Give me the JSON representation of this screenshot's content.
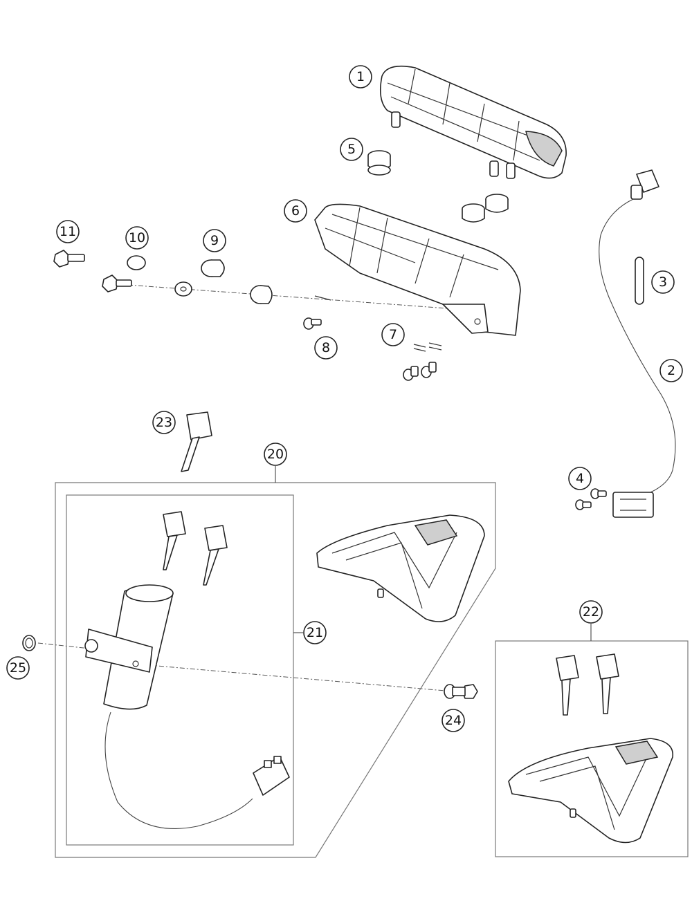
{
  "callouts": [
    {
      "id": "c1",
      "label": "1"
    },
    {
      "id": "c2",
      "label": "2"
    },
    {
      "id": "c3",
      "label": "3"
    },
    {
      "id": "c4",
      "label": "4"
    },
    {
      "id": "c5",
      "label": "5"
    },
    {
      "id": "c6",
      "label": "6"
    },
    {
      "id": "c7",
      "label": "7"
    },
    {
      "id": "c8",
      "label": "8"
    },
    {
      "id": "c9",
      "label": "9"
    },
    {
      "id": "c10",
      "label": "10"
    },
    {
      "id": "c11",
      "label": "11"
    },
    {
      "id": "c20",
      "label": "20"
    },
    {
      "id": "c21",
      "label": "21"
    },
    {
      "id": "c22",
      "label": "22"
    },
    {
      "id": "c23",
      "label": "23"
    },
    {
      "id": "c24",
      "label": "24"
    },
    {
      "id": "c25",
      "label": "25"
    }
  ]
}
